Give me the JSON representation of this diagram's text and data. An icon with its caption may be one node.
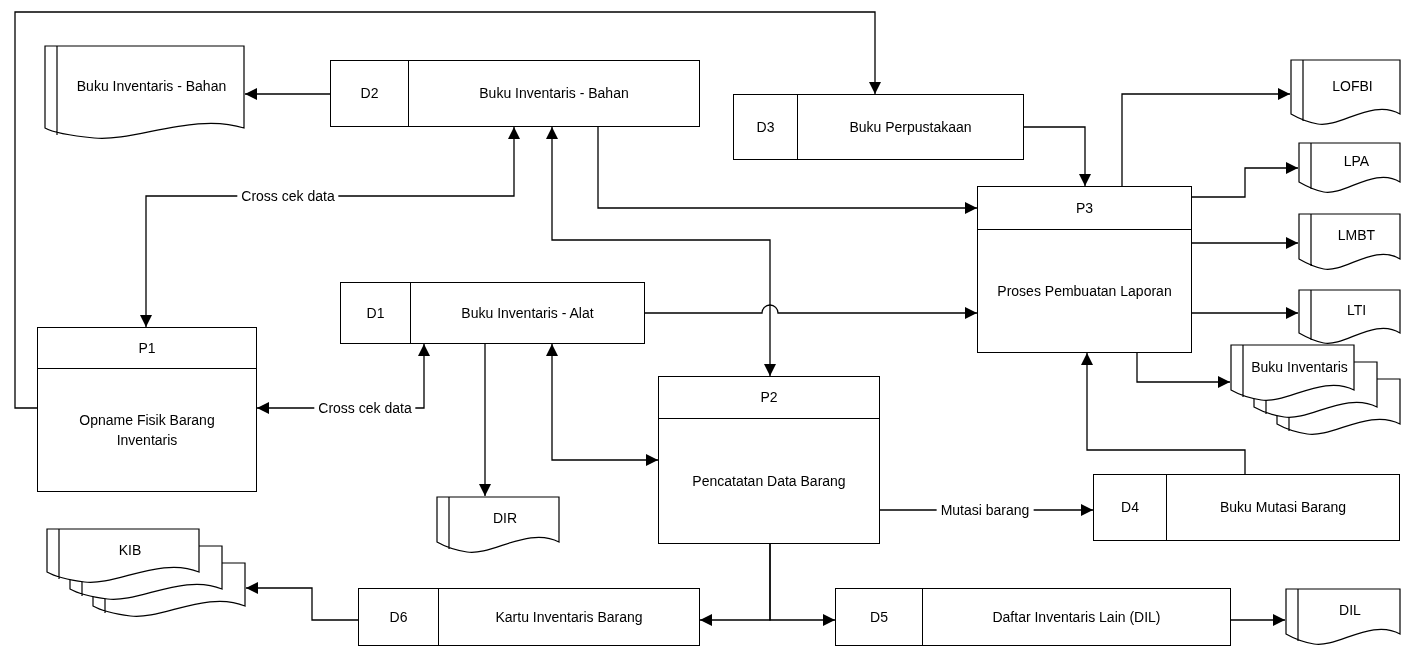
{
  "diagram": {
    "nodes": [
      {
        "text": [
          "Buku Inventaris - Bahan"
        ]
      },
      {
        "text": [
          "D2",
          "Buku Inventaris - Bahan"
        ]
      },
      {
        "text": [
          "D3",
          "Buku Perpustakaan"
        ]
      },
      {
        "text": [
          "P3",
          "Proses Pembuatan Laporan"
        ]
      },
      {
        "text": [
          "LOFBI"
        ]
      },
      {
        "text": [
          "LPA"
        ]
      },
      {
        "text": [
          "LMBT"
        ]
      },
      {
        "text": [
          "LTI"
        ]
      },
      {
        "text": [
          "Buku Inventaris"
        ]
      },
      {
        "text": [
          "D1",
          "Buku Inventaris - Alat"
        ]
      },
      {
        "text": [
          "P1",
          "Opname Fisik Barang Inventaris"
        ]
      },
      {
        "text": [
          "P2",
          "Pencatatan Data Barang"
        ]
      },
      {
        "text": [
          "DIR"
        ]
      },
      {
        "text": [
          "D4",
          "Buku Mutasi Barang"
        ]
      },
      {
        "text": [
          "KIB"
        ]
      },
      {
        "text": [
          "D6",
          "Kartu Inventaris Barang"
        ]
      },
      {
        "text": [
          "D5",
          "Daftar Inventaris Lain (DIL)"
        ]
      },
      {
        "text": [
          "DIL"
        ]
      }
    ],
    "edges": [
      {
        "from": 1,
        "to": 0,
        "arrow": "to"
      },
      {
        "from": 10,
        "to": 2,
        "arrow": "to"
      },
      {
        "from": 1,
        "to": 10,
        "arrow": "both",
        "label": "Cross cek data"
      },
      {
        "from": 9,
        "to": 10,
        "arrow": "both",
        "label": "Cross cek data"
      },
      {
        "from": 1,
        "to": 11,
        "arrow": "both"
      },
      {
        "from": 1,
        "to": 3,
        "arrow": "to"
      },
      {
        "from": 2,
        "to": 3,
        "arrow": "to"
      },
      {
        "from": 9,
        "to": 3,
        "arrow": "to"
      },
      {
        "from": 9,
        "to": 12,
        "arrow": "to"
      },
      {
        "from": 9,
        "to": 11,
        "arrow": "both"
      },
      {
        "from": 3,
        "to": 4,
        "arrow": "to"
      },
      {
        "from": 3,
        "to": 5,
        "arrow": "to"
      },
      {
        "from": 3,
        "to": 6,
        "arrow": "to"
      },
      {
        "from": 3,
        "to": 7,
        "arrow": "to"
      },
      {
        "from": 3,
        "to": 8,
        "arrow": "to"
      },
      {
        "from": 13,
        "to": 3,
        "arrow": "to"
      },
      {
        "from": 11,
        "to": 13,
        "arrow": "to",
        "label": "Mutasi barang"
      },
      {
        "from": 11,
        "to": 15,
        "arrow": "to"
      },
      {
        "from": 11,
        "to": 16,
        "arrow": "to"
      },
      {
        "from": 15,
        "to": 14,
        "arrow": "to"
      },
      {
        "from": 16,
        "to": 17,
        "arrow": "to"
      }
    ]
  }
}
